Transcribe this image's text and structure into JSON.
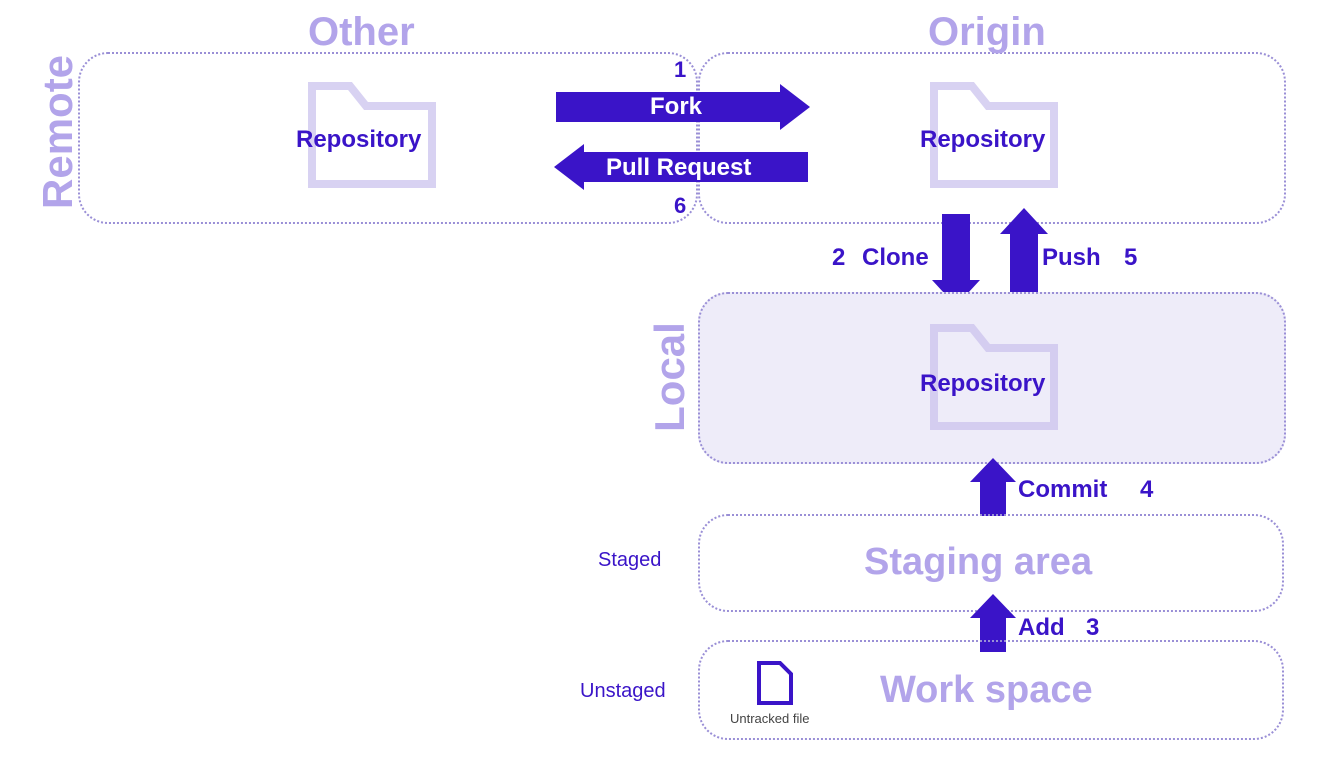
{
  "titles": {
    "other": "Other",
    "origin": "Origin",
    "remote": "Remote",
    "local": "Local"
  },
  "repositories": {
    "other": "Repository",
    "origin": "Repository",
    "local": "Repository"
  },
  "areas": {
    "staging": "Staging area",
    "workspace": "Work space"
  },
  "side_labels": {
    "staged": "Staged",
    "unstaged": "Unstaged"
  },
  "file": {
    "label": "Untracked file",
    "icon": "file-icon"
  },
  "operations": {
    "fork": {
      "label": "Fork",
      "step": "1"
    },
    "clone": {
      "label": "Clone",
      "step": "2"
    },
    "add": {
      "label": "Add",
      "step": "3"
    },
    "commit": {
      "label": "Commit",
      "step": "4"
    },
    "push": {
      "label": "Push",
      "step": "5"
    },
    "pull_request": {
      "label": "Pull Request",
      "step": "6"
    }
  },
  "colors": {
    "accent": "#3a14c8",
    "light_purple": "#b2a4ea",
    "folder": "#d8d2f2",
    "local_fill": "#eeecf9",
    "border": "#9a8fd6"
  }
}
